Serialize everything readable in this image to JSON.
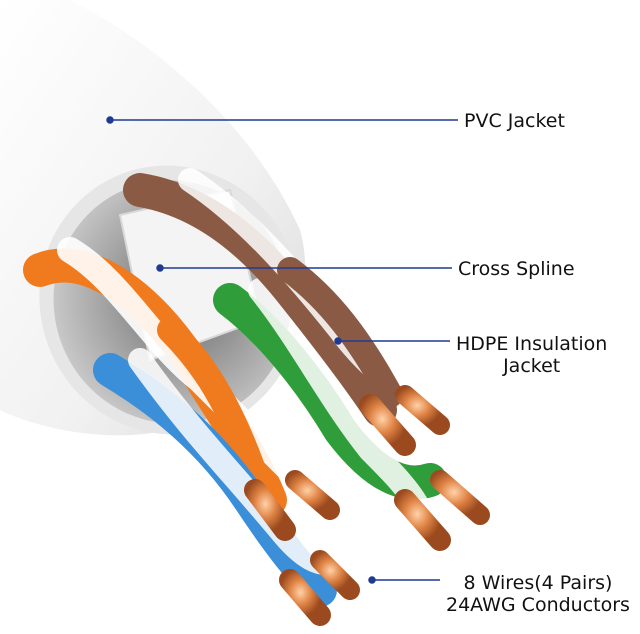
{
  "labels": {
    "pvc_jacket": "PVC Jacket",
    "cross_spline": "Cross Spline",
    "hdpe_line1": "HDPE Insulation",
    "hdpe_line2": "Jacket",
    "wires_line1": "8 Wires(4 Pairs)",
    "wires_line2": "24AWG Conductors"
  },
  "colors": {
    "leader_line": "#1f3a93",
    "wire_orange": "#f07a1e",
    "wire_blue": "#3b8fd9",
    "wire_green": "#2f9d3a",
    "wire_brown": "#8a5a44",
    "copper": "#d9783a",
    "jacket": "#f2f2f2"
  }
}
